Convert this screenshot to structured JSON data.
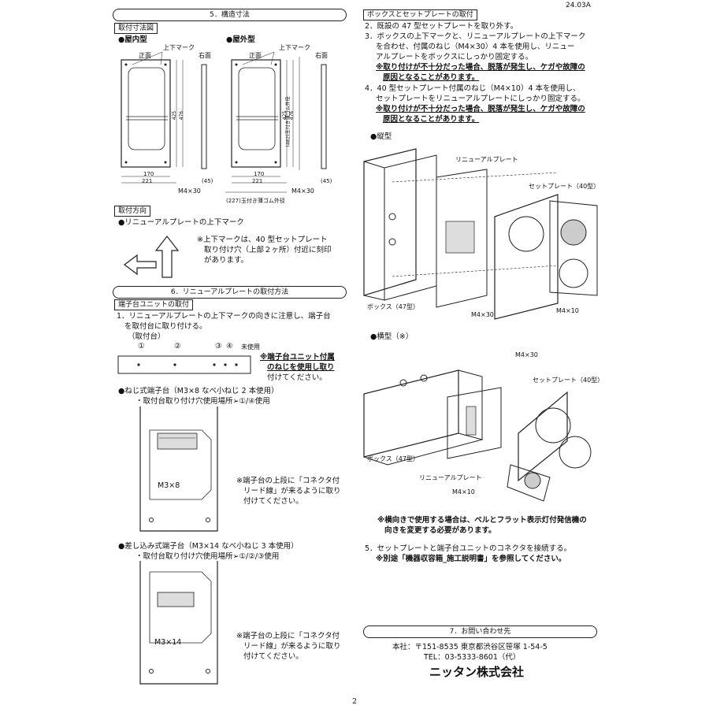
{
  "header": {
    "doc_code": "24.03A",
    "page_number": "2"
  },
  "sec5": {
    "title": "5．構造寸法",
    "tag": "取付寸法図",
    "indoor": {
      "title": "●屋内型",
      "front": "正面",
      "mark": "上下マーク",
      "side": "右面",
      "d425": "425",
      "d476": "476",
      "d170": "170",
      "d221": "221",
      "d45": "(45)",
      "screw": "M4×30"
    },
    "outdoor": {
      "title": "●屋外型",
      "front": "正面",
      "mark": "上下マーク",
      "side": "右面",
      "d425": "425",
      "d476": "476",
      "d482": "(482)玉付き薄ゴム外径",
      "d170": "170",
      "d221": "221",
      "d45": "(45)",
      "screw": "M4×30",
      "d227": "(227)玉付き薄ゴム外径"
    }
  },
  "direction": {
    "tag": "取付方向",
    "line1": "●リニューアルプレートの上下マーク",
    "note1": "※上下マークは、40 型セットプレート",
    "note2": "取り付け穴（上部２ヶ所）付近に刻印",
    "note3": "があります。"
  },
  "sec6": {
    "title": "6．リニューアルプレートの取付方法",
    "tag": "端子台ユニットの取付",
    "step1a": "1．リニューアルプレートの上下マークの向きに注意し、端子台",
    "step1b": "を取付台に取り付ける。",
    "mount_label": "（取付台）",
    "n1": "①",
    "n2": "②",
    "n3": "③",
    "n4": "④",
    "unused": "未使用",
    "mnote1": "※端子台ユニット付属",
    "mnote2": "のねじを使用し取り",
    "mnote3": "付けてください。",
    "screw_type": "●ねじ式端子台（M3×8 なべ小ねじ 2 本使用）",
    "screw_holes": "・取付台取り付け穴使用場所➢①/④使用",
    "m38": "M3×8",
    "sn1": "※端子台の上段に「コネクタ付",
    "sn2": "リード線」が来るように取り",
    "sn3": "付けてください。",
    "push_type": "●差し込み式端子台（M3×14 なべ小ねじ 3 本使用）",
    "push_holes": "・取付台取り付け穴使用場所➢①/②/③使用",
    "m314": "M3×14",
    "pn1": "※端子台の上段に「コネクタ付",
    "pn2": "リード線」が来るように取り",
    "pn3": "付けてください。"
  },
  "box": {
    "tag": "ボックスとセットプレートの取付",
    "s2": "2．既設の 47 型セットプレートを取り外す。",
    "s3a": "3．ボックスの上下マークと、リニューアルプレートの上下マーク",
    "s3b": "を合わせ、付属のねじ（M4×30）4 本を使用し、リニュー",
    "s3c": "アルプレートをボックスにしっかり固定する。",
    "w1a": "※取り付けが不十分だった場合、脱落が発生し、ケガや故障の",
    "w1b": "原因となることがあります。",
    "s4a": "4．40 型セットプレート付属のねじ（M4×10）4 本を使用し、",
    "s4b": "セットプレートをリニューアルプレートにしっかり固定する。",
    "w2a": "※取り付けが不十分だった場合、脱落が発生し、ケガや故障の",
    "w2b": "原因となることがあります。",
    "vertical": "●縦型",
    "v_renewal": "リニューアルプレート",
    "v_set": "セットプレート（40型）",
    "v_box": "ボックス（47型）",
    "v_m430": "M4×30",
    "v_m410": "M4×10",
    "horizontal": "●横型（※）",
    "h_m430": "M4×30",
    "h_set": "セットプレート（40型）",
    "h_box": "ボックス（47型）",
    "h_renewal": "リニューアルプレート",
    "h_m410": "M4×10",
    "hn1": "※横向きで使用する場合は、ベルとフラット表示灯付発信機の",
    "hn2": "向きを変更する必要があります。",
    "s5": "5．セットプレートと端子台ユニットのコネクタを接続する。",
    "s5n": "※別途「機器収容箱_施工説明書」を参照してください。"
  },
  "contact": {
    "title": "7．お問い合わせ先",
    "address": "本社：〒151-8535 東京都渋谷区笹塚 1-54-5",
    "tel": "TEL：03-5333-8601（代）",
    "company": "ニッタン株式会社"
  }
}
